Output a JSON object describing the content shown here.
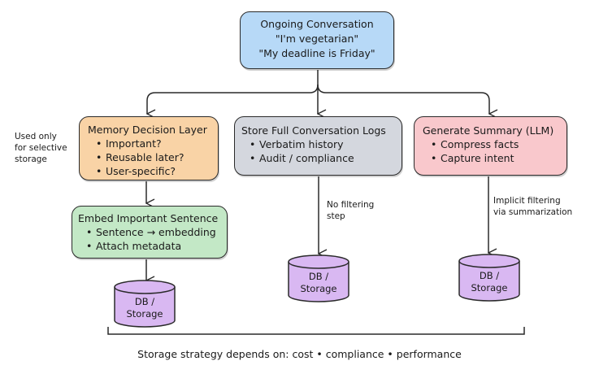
{
  "diagram": {
    "top_node": {
      "title": "Ongoing Conversation",
      "lines": [
        "\"I'm vegetarian\"",
        "\"My deadline is Friday\""
      ],
      "color": "#b7d9f7"
    },
    "branches": [
      {
        "title": "Memory Decision Layer",
        "bullets": [
          "Important?",
          "Reusable later?",
          "User-specific?"
        ],
        "color": "#f9d3a6",
        "side_note": [
          "Used only",
          "for selective",
          "storage"
        ]
      },
      {
        "title": "Store Full Conversation Logs",
        "bullets": [
          "Verbatim history",
          "Audit / compliance"
        ],
        "color": "#d4d7de",
        "arrow_note": [
          "No filtering",
          "step"
        ]
      },
      {
        "title": "Generate Summary (LLM)",
        "bullets": [
          "Compress facts",
          "Capture intent"
        ],
        "color": "#f9c8cc",
        "arrow_note": [
          "Implicit filtering",
          "via summarization"
        ]
      }
    ],
    "embed_node": {
      "title": "Embed Important Sentence",
      "bullets": [
        "Sentence → embedding",
        "Attach metadata"
      ],
      "color": "#c3e8c6"
    },
    "storage": {
      "label_line1": "DB /",
      "label_line2": "Storage",
      "color": "#d9b8f2",
      "count": 3
    },
    "bullet_glyph": "•",
    "footer": "Storage strategy depends on: cost • compliance • performance"
  }
}
